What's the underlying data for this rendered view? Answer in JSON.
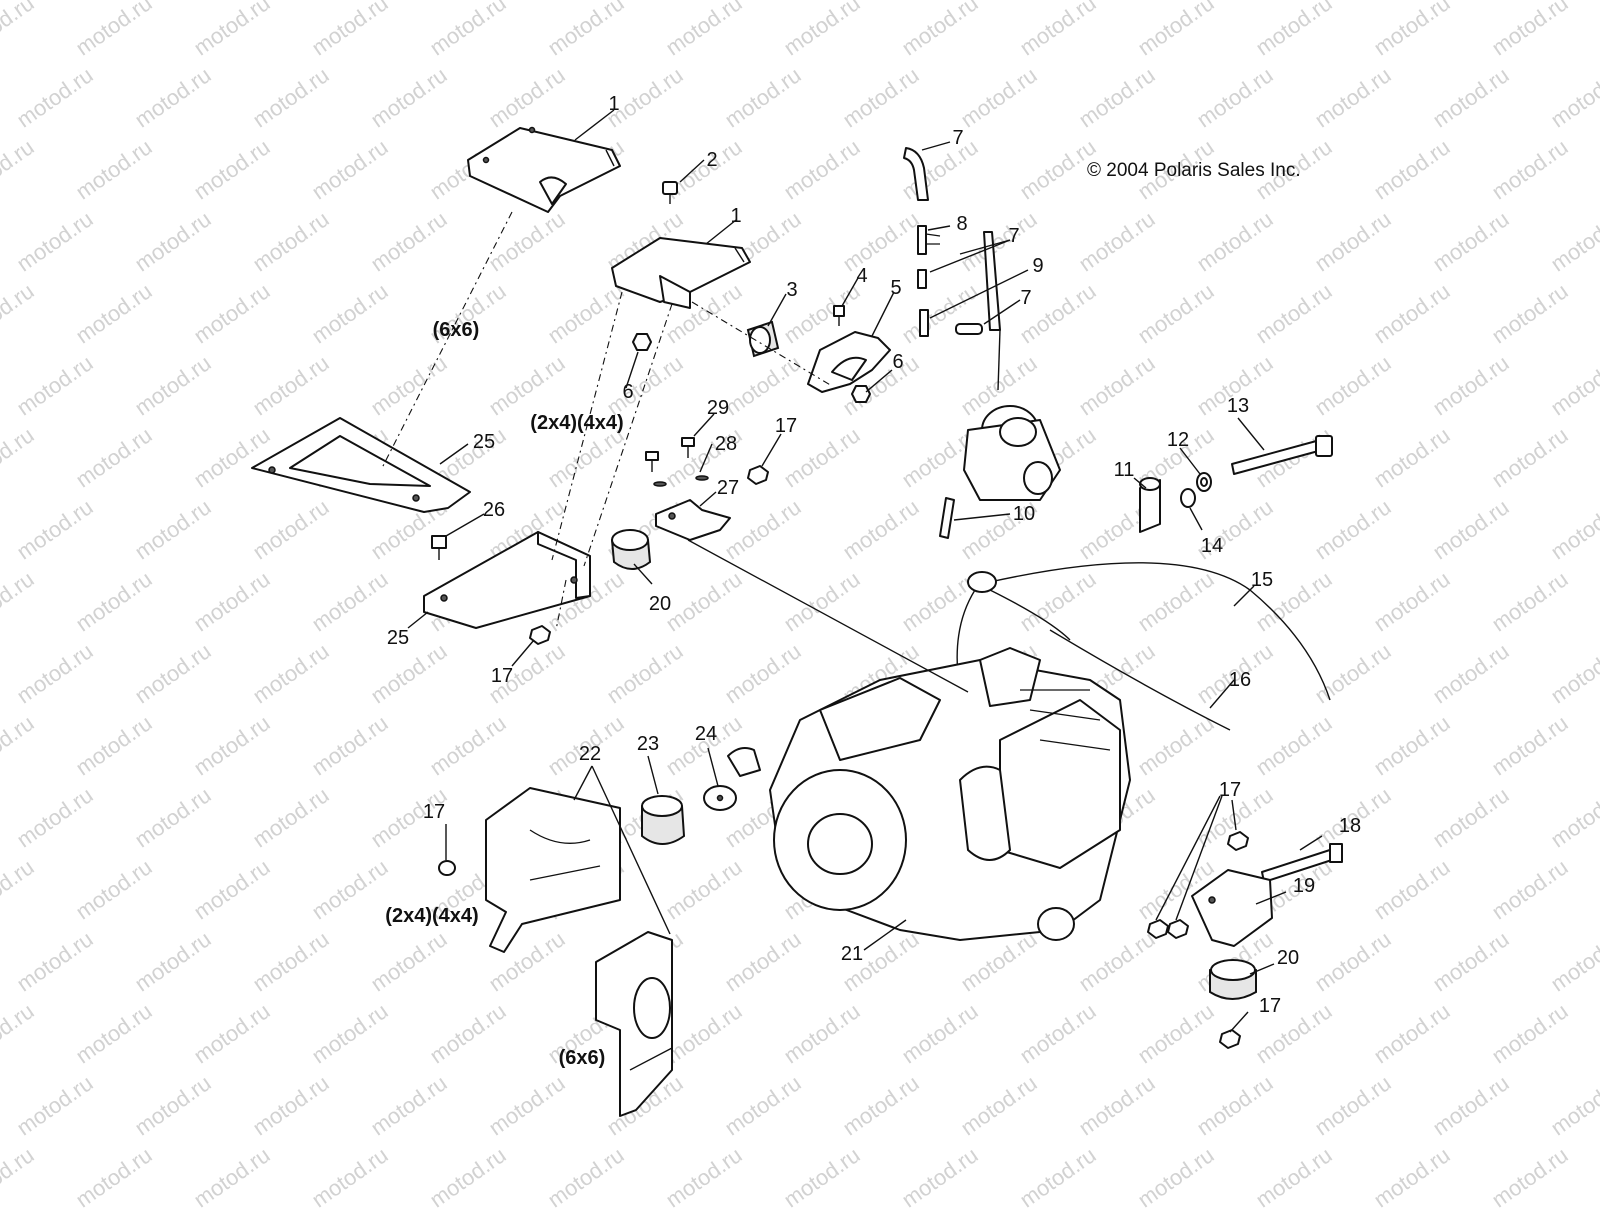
{
  "copyright": "© 2004 Polaris Sales Inc.",
  "watermark": "motod.ru",
  "variants": {
    "six": "(6x6)",
    "twofour": "(2x4)(4x4)"
  },
  "callouts": {
    "c1a": "1",
    "c1b": "1",
    "c2": "2",
    "c3": "3",
    "c4": "4",
    "c5": "5",
    "c6a": "6",
    "c6b": "6",
    "c7a": "7",
    "c7b": "7",
    "c7c": "7",
    "c8": "8",
    "c9": "9",
    "c10": "10",
    "c11": "11",
    "c12": "12",
    "c13": "13",
    "c14": "14",
    "c15": "15",
    "c16": "16",
    "c17a": "17",
    "c17b": "17",
    "c17c": "17",
    "c17d": "17",
    "c17e": "17",
    "c18": "18",
    "c19": "19",
    "c20a": "20",
    "c20b": "20",
    "c21": "21",
    "c22": "22",
    "c23": "23",
    "c24": "24",
    "c25a": "25",
    "c25b": "25",
    "c26": "26",
    "c27": "27",
    "c28": "28",
    "c29": "29"
  }
}
